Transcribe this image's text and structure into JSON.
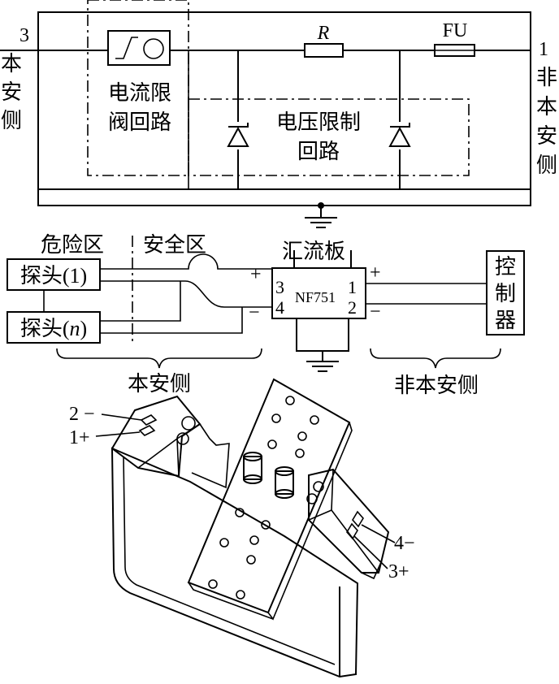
{
  "top_circuit": {
    "terminal_left": "3",
    "terminal_right": "1",
    "side_left": [
      "本",
      "安",
      "侧"
    ],
    "side_right": [
      "非",
      "本",
      "安",
      "侧"
    ],
    "current_limit_label": [
      "电流限",
      "阀回路"
    ],
    "voltage_limit_label": [
      "电压限制",
      "回路"
    ],
    "resistor_label": "R",
    "fuse_label": "FU"
  },
  "middle": {
    "danger_zone": "危险区",
    "safe_zone": "安全区",
    "probe_1": "探头(1)",
    "probe_n_prefix": "探头(",
    "probe_n_var": "n",
    "probe_n_suffix": ")",
    "busbar_label": "汇流板",
    "model": "NF751",
    "pin_3": "3",
    "pin_4": "4",
    "pin_1": "1",
    "pin_2": "2",
    "plus": "+",
    "minus": "−",
    "controller": [
      "控",
      "制",
      "器"
    ],
    "intrinsic_side": "本安侧",
    "non_intrinsic_side": "非本安侧"
  },
  "device": {
    "terminal_2": "2 −",
    "terminal_1": "1+",
    "terminal_4": "4−",
    "terminal_3": "3+"
  }
}
